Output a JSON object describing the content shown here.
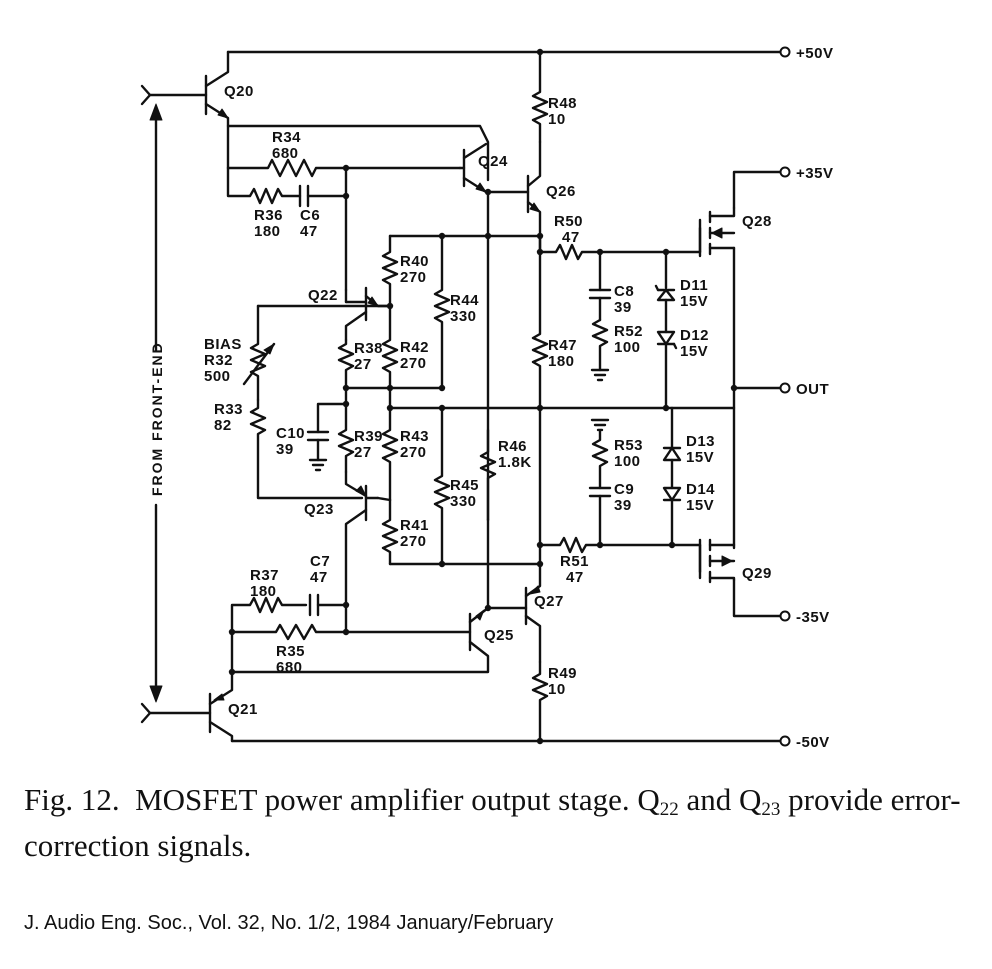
{
  "figure": {
    "caption": {
      "label": "Fig. 12.",
      "text_a": "MOSFET power amplifier output stage. Q",
      "sub_a": "22",
      "text_b": " and Q",
      "sub_b": "23",
      "text_c": " provide error-correction signals."
    },
    "citation": "J. Audio Eng. Soc., Vol. 32, No. 1/2, 1984 January/February"
  },
  "rails": {
    "pos50": "+50V",
    "pos35": "+35V",
    "out": "OUT",
    "neg35": "-35V",
    "neg50": "-50V"
  },
  "side_label": "FROM FRONT-END",
  "transistors": {
    "q20": "Q20",
    "q21": "Q21",
    "q22": "Q22",
    "q23": "Q23",
    "q24": "Q24",
    "q25": "Q25",
    "q26": "Q26",
    "q27": "Q27",
    "q28": "Q28",
    "q29": "Q29"
  },
  "resistors": {
    "r32": {
      "name": "R32",
      "value": "500"
    },
    "r33": {
      "name": "R33",
      "value": "82"
    },
    "r34": {
      "name": "R34",
      "value": "680"
    },
    "r35": {
      "name": "R35",
      "value": "680"
    },
    "r36": {
      "name": "R36",
      "value": "180"
    },
    "r37": {
      "name": "R37",
      "value": "180"
    },
    "r38": {
      "name": "R38",
      "value": "27"
    },
    "r39": {
      "name": "R39",
      "value": "27"
    },
    "r40": {
      "name": "R40",
      "value": "270"
    },
    "r41": {
      "name": "R41",
      "value": "270"
    },
    "r42": {
      "name": "R42",
      "value": "270"
    },
    "r43": {
      "name": "R43",
      "value": "270"
    },
    "r44": {
      "name": "R44",
      "value": "330"
    },
    "r45": {
      "name": "R45",
      "value": "330"
    },
    "r46": {
      "name": "R46",
      "value": "1.8K"
    },
    "r47": {
      "name": "R47",
      "value": "180"
    },
    "r48": {
      "name": "R48",
      "value": "10"
    },
    "r49": {
      "name": "R49",
      "value": "10"
    },
    "r50": {
      "name": "R50",
      "value": "47"
    },
    "r51": {
      "name": "R51",
      "value": "47"
    },
    "r52": {
      "name": "R52",
      "value": "100"
    },
    "r53": {
      "name": "R53",
      "value": "100"
    }
  },
  "capacitors": {
    "c6": {
      "name": "C6",
      "value": "47"
    },
    "c7": {
      "name": "C7",
      "value": "47"
    },
    "c8": {
      "name": "C8",
      "value": "39"
    },
    "c9": {
      "name": "C9",
      "value": "39"
    },
    "c10": {
      "name": "C10",
      "value": "39"
    }
  },
  "diodes": {
    "d11": {
      "name": "D11",
      "value": "15V"
    },
    "d12": {
      "name": "D12",
      "value": "15V"
    },
    "d13": {
      "name": "D13",
      "value": "15V"
    },
    "d14": {
      "name": "D14",
      "value": "15V"
    }
  },
  "bias_label": "BIAS"
}
